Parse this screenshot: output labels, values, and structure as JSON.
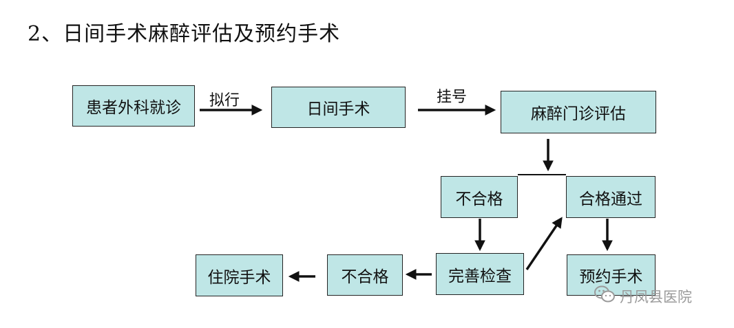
{
  "title": "2、日间手术麻醉评估及预约手术",
  "nodes": {
    "patient_visit": "患者外科就诊",
    "day_surgery": "日间手术",
    "anesthesia_eval": "麻醉门诊评估",
    "unqualified_top": "不合格",
    "qualified_pass": "合格通过",
    "complete_checks": "完善检查",
    "schedule_surgery": "预约手术",
    "unqualified_bottom": "不合格",
    "inpatient_surgery": "住院手术"
  },
  "edge_labels": {
    "propose": "拟行",
    "register": "挂号"
  },
  "watermark": {
    "icon": "wechat-icon",
    "text": "丹凤县医院"
  },
  "colors": {
    "box_fill": "#bfe6e6",
    "box_border": "#222222",
    "arrow": "#111111",
    "watermark": "#9a9a9a"
  }
}
